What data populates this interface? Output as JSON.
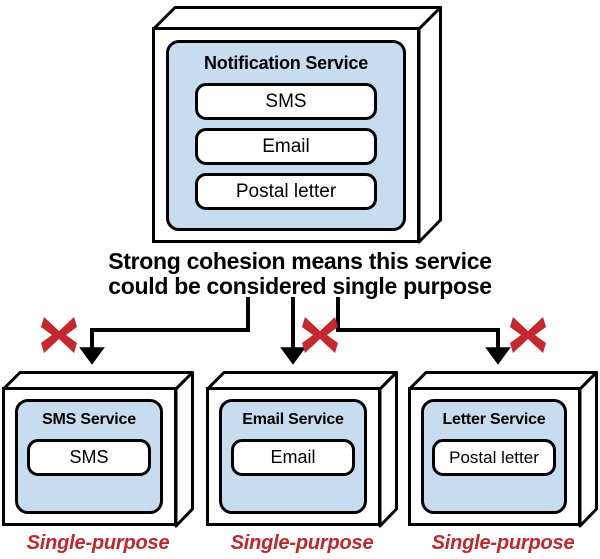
{
  "diagram": {
    "title_text": "Notification Service",
    "colors": {
      "panel_fill": "#c7dcee",
      "stroke": "#000000",
      "x_red": "#c4282e",
      "label_red": "#c0272d",
      "box_face": "#ffffff"
    }
  },
  "top_service": {
    "name": "Notification Service",
    "capabilities": [
      {
        "label": "SMS"
      },
      {
        "label": "Email"
      },
      {
        "label": "Postal letter"
      }
    ]
  },
  "caption": {
    "line1": "Strong cohesion means this service",
    "line2": "could be considered single purpose"
  },
  "x_marks": [
    {
      "name": "x-mark-left"
    },
    {
      "name": "x-mark-middle"
    },
    {
      "name": "x-mark-right"
    }
  ],
  "bottom_services": [
    {
      "name": "SMS Service",
      "capability": "SMS",
      "note": "Single-purpose"
    },
    {
      "name": "Email Service",
      "capability": "Email",
      "note": "Single-purpose"
    },
    {
      "name": "Letter Service",
      "capability": "Postal letter",
      "note": "Single-purpose"
    }
  ]
}
